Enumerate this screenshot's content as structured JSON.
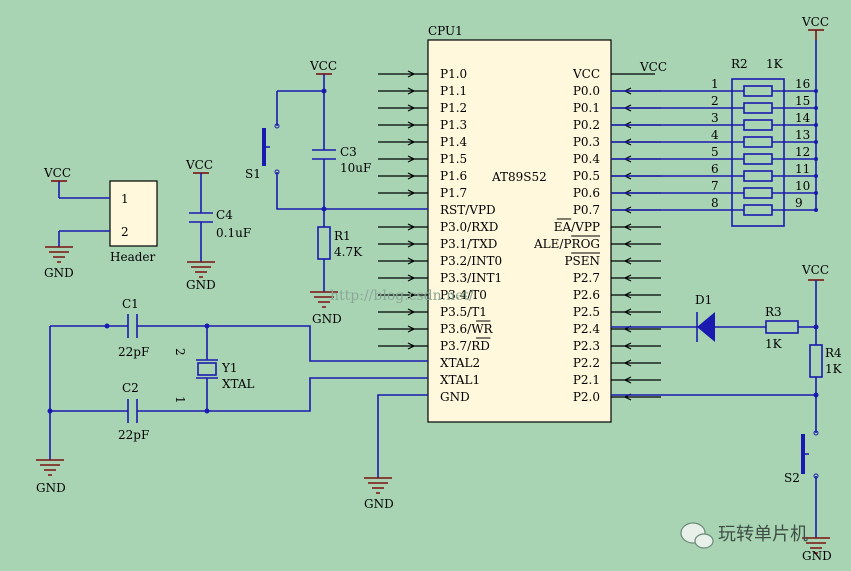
{
  "chip": {
    "ref": "CPU1",
    "part": "AT89S52",
    "left_pins": [
      "P1.0",
      "P1.1",
      "P1.2",
      "P1.3",
      "P1.4",
      "P1.5",
      "P1.6",
      "P1.7",
      "RST/VPD",
      "P3.0/RXD",
      "P3.1/TXD",
      "P3.2/INT0",
      "P3.3/INT1",
      "P3.4/T0",
      "P3.5/T1",
      "P3.6/WR",
      "P3.7/RD",
      "XTAL2",
      "XTAL1",
      "GND"
    ],
    "right_pins": [
      "VCC",
      "P0.0",
      "P0.1",
      "P0.2",
      "P0.3",
      "P0.4",
      "P0.5",
      "P0.6",
      "P0.7",
      "EA/VPP",
      "ALE/PROG",
      "PSEN",
      "P2.7",
      "P2.6",
      "P2.5",
      "P2.4",
      "P2.3",
      "P2.2",
      "P2.1",
      "P2.0"
    ]
  },
  "power": {
    "vcc": "VCC",
    "gnd": "GND"
  },
  "resnet": {
    "ref": "R2",
    "value": "1K",
    "left_pins": [
      "1",
      "2",
      "3",
      "4",
      "5",
      "6",
      "7",
      "8"
    ],
    "right_pins": [
      "16",
      "15",
      "14",
      "13",
      "12",
      "11",
      "10",
      "9"
    ]
  },
  "components": {
    "c1_ref": "C1",
    "c1_val": "22pF",
    "c2_ref": "C2",
    "c2_val": "22pF",
    "c3_ref": "C3",
    "c3_val": "10uF",
    "c4_ref": "C4",
    "c4_val": "0.1uF",
    "r1_ref": "R1",
    "r1_val": "4.7K",
    "r3_ref": "R3",
    "r3_val": "1K",
    "r4_ref": "R4",
    "r4_val": "1K",
    "d1_ref": "D1",
    "y1_ref": "Y1",
    "y1_val": "XTAL",
    "y1_pin2": "2",
    "y1_pin1": "1",
    "s1_ref": "S1",
    "s2_ref": "S2",
    "header_ref": "Header",
    "header_pin1": "1",
    "header_pin2": "2"
  },
  "watermark_url": "http://blog.csdn.net/",
  "brand": "玩转单片机",
  "colors": {
    "background": "#a8d4b4",
    "chip_fill": "#fff8dc",
    "wire": "#1a1ab0",
    "power": "#7a1010"
  }
}
